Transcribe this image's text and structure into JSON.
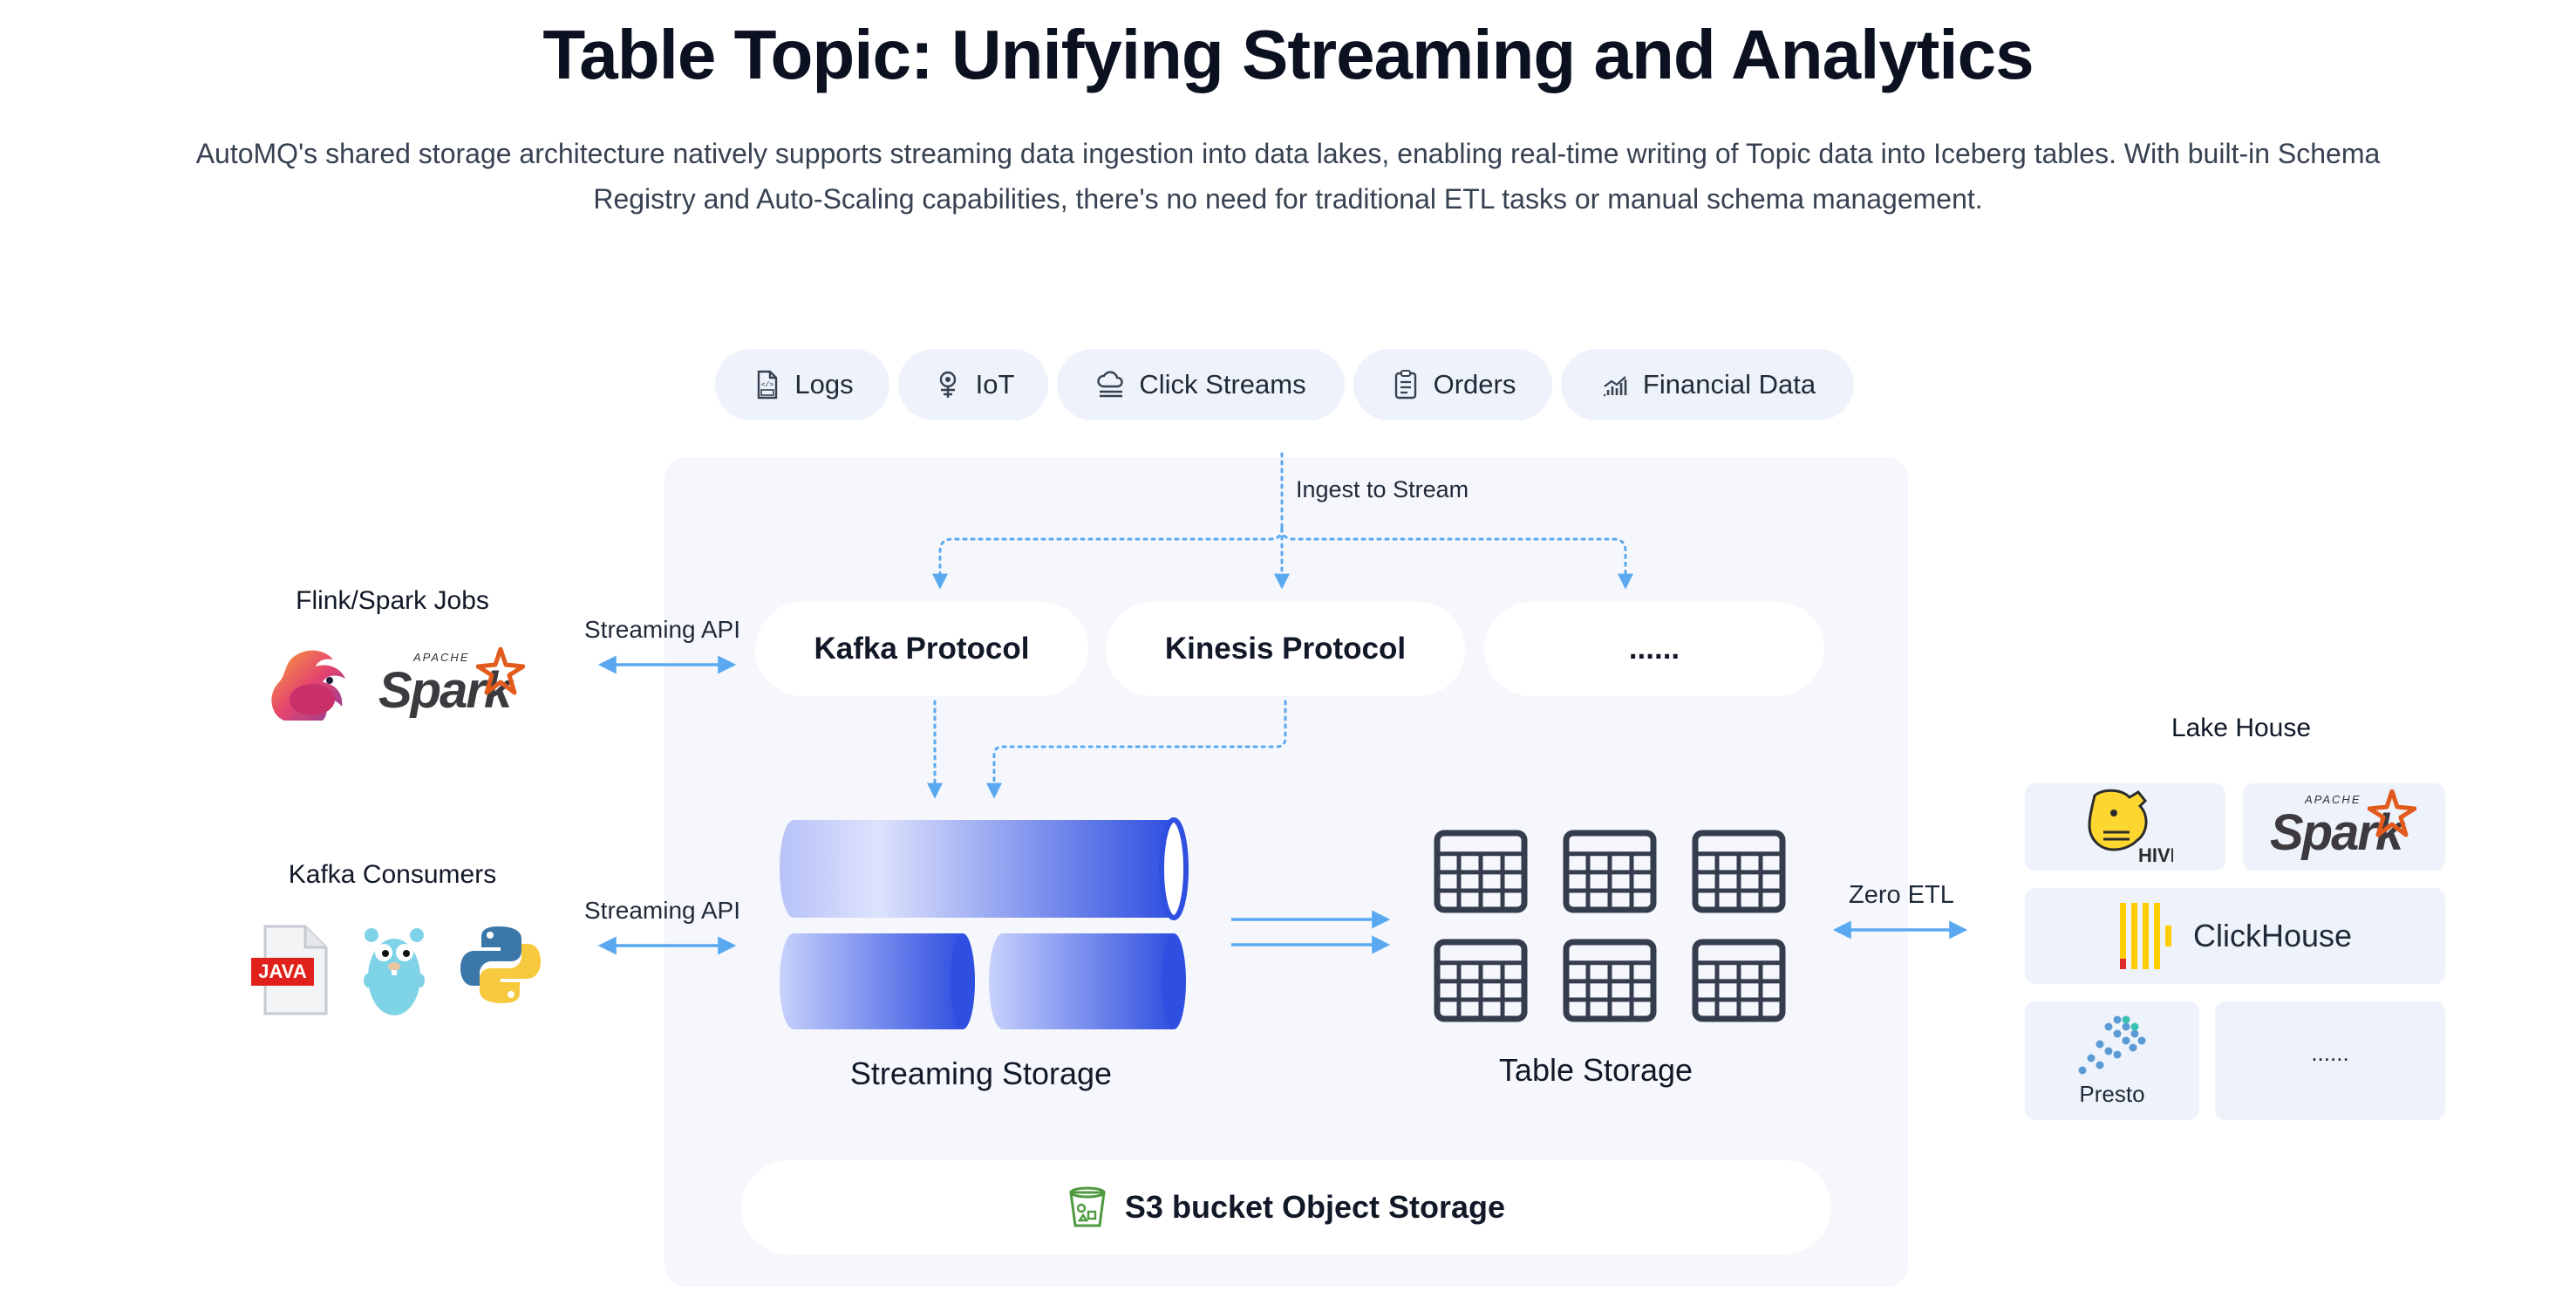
{
  "header": {
    "title": "Table Topic: Unifying Streaming and Analytics",
    "description": "AutoMQ's shared storage architecture natively supports streaming data ingestion into data lakes, enabling real-time writing of Topic data into Iceberg tables. With built-in Schema Registry and Auto-Scaling capabilities, there's no need for traditional ETL tasks or manual schema management."
  },
  "sources": [
    {
      "label": "Logs",
      "icon": "log-file-icon"
    },
    {
      "label": "IoT",
      "icon": "iot-icon"
    },
    {
      "label": "Click Streams",
      "icon": "cloud-stream-icon"
    },
    {
      "label": "Orders",
      "icon": "clipboard-icon"
    },
    {
      "label": "Financial Data",
      "icon": "bar-chart-icon"
    }
  ],
  "ingest_label": "Ingest to Stream",
  "protocols": [
    "Kafka Protocol",
    "Kinesis Protocol",
    "......"
  ],
  "left": {
    "jobs_title": "Flink/Spark Jobs",
    "consumers_title": "Kafka Consumers",
    "streaming_api_1": "Streaming API",
    "streaming_api_2": "Streaming API",
    "spark_apache": "APACHE",
    "spark_word": "Spark",
    "java_label": "JAVA"
  },
  "streaming_storage_label": "Streaming  Storage",
  "table_storage_label": "Table Storage",
  "s3_label": "S3 bucket Object Storage",
  "zero_etl_label": "Zero ETL",
  "lakehouse": {
    "title": "Lake House",
    "hive_label": "HIVE",
    "spark_apache": "APACHE",
    "spark_word": "Spark",
    "clickhouse_label": "ClickHouse",
    "presto_label": "Presto",
    "more_label": "......"
  },
  "colors": {
    "arrow": "#5aa9f0",
    "cylinder_dark": "#2f4fe0",
    "cylinder_light": "#c8d1fb",
    "grid_icon": "#343c4e",
    "panel": "#f5f7fc",
    "pill": "#eef2fa"
  }
}
